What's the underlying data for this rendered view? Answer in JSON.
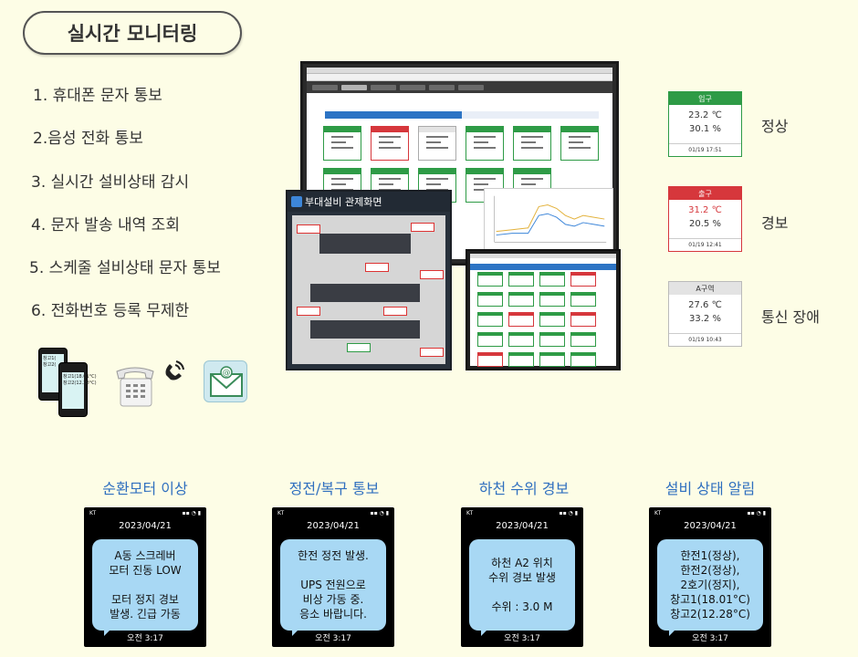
{
  "header": {
    "title": "실시간 모니터링"
  },
  "features": [
    "1. 휴대폰 문자 통보",
    "2.음성 전화 통보",
    "3. 실시간 설비상태 감시",
    "4. 문자 발송 내역 조회",
    "5. 스케줄 설비상태 문자 통보",
    "6. 전화번호 등록 무제한"
  ],
  "devices": {
    "phone1_lines": [
      "창고1(",
      "창고2("
    ],
    "phone2_lines": [
      "창고1(18.01°C)",
      "창고2(12.28°C)"
    ],
    "icons": [
      "mobile-phone-icon",
      "desk-phone-icon",
      "phone-ring-icon",
      "email-icon"
    ]
  },
  "screens": {
    "map_title": "부대설비 관제화면"
  },
  "status_cards": [
    {
      "name": "입구",
      "temp": "23.2 ℃",
      "humidity": "30.1 %",
      "time": "01/19 17:51",
      "label": "정상",
      "color": "#2e9b46",
      "temp_color": "#333333"
    },
    {
      "name": "출구",
      "temp": "31.2 ℃",
      "humidity": "20.5 %",
      "time": "01/19 12:41",
      "label": "경보",
      "color": "#d6373c",
      "temp_color": "#d6373c"
    },
    {
      "name": "A구역",
      "temp": "27.6 ℃",
      "humidity": "33.2 %",
      "time": "01/19 10:43",
      "label": "통신 장애",
      "color": "#e3e3e3",
      "temp_color": "#333333"
    }
  ],
  "sms": [
    {
      "title": "순환모터 이상",
      "carrier": "KT",
      "date": "2023/04/21",
      "message": "A동 스크레버\n모터 진동 LOW\n\n모터 정지 경보\n발생. 긴급 가동",
      "time": "오전 3:17"
    },
    {
      "title": "정전/복구 통보",
      "carrier": "KT",
      "date": "2023/04/21",
      "message": "한전 정전 발생.\n\nUPS 전원으로\n비상 가동 중.\n응소 바랍니다.",
      "time": "오전 3:17"
    },
    {
      "title": "하천 수위 경보",
      "carrier": "KT",
      "date": "2023/04/21",
      "message": "하천 A2 위치\n수위 경보 발생\n\n수위 : 3.0 M",
      "time": "오전 3:17"
    },
    {
      "title": "설비 상태 알림",
      "carrier": "KT",
      "date": "2023/04/21",
      "message": "한전1(정상),\n한전2(정상),\n2호기(정지),\n창고1(18.01°C)\n창고2(12.28°C)",
      "time": "오전 3:17"
    }
  ]
}
